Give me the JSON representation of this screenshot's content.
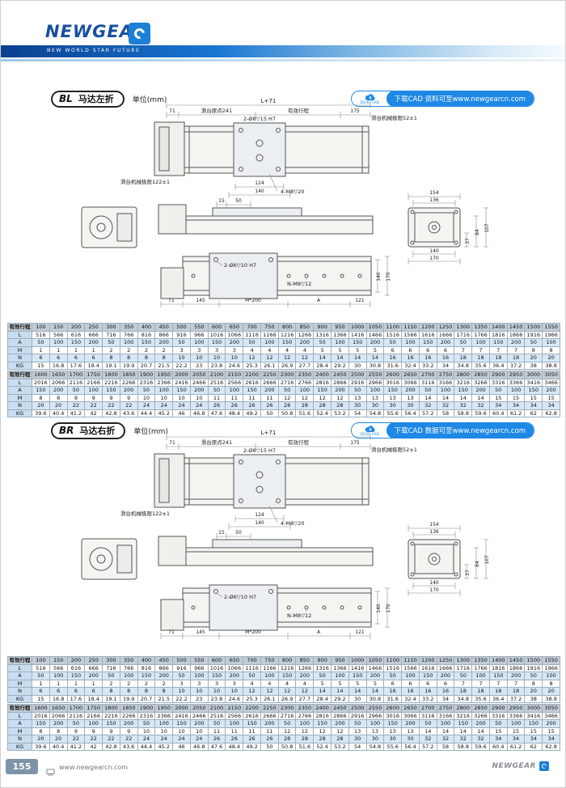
{
  "header": {
    "logo": "NEWGEAR",
    "tagline": "NEW WORLD STAR FUTURE"
  },
  "sections": [
    {
      "badge": "BL",
      "title": "马达左折",
      "unit": "单位(mm)",
      "cad": {
        "icon_label": "2D/3D CAD",
        "note": "下载CAD 资料可至www.newgearcn.com"
      }
    },
    {
      "badge": "BR",
      "title": "马达右折",
      "unit": "单位(mm)",
      "cad": {
        "icon_label": "2D/3D CAD",
        "note": "下载CAD 数据可至www.newgearcn.com"
      }
    }
  ],
  "dims": {
    "overall": "L+71",
    "left71": "71",
    "origin": "滑台原点241",
    "stroke": "有效行程",
    "right175": "175",
    "holes_top": "2-Ø8▽15 H7",
    "limit_right": "滑台机械极限52±1",
    "limit_left": "滑台机械极限122±1",
    "c124": "124",
    "c140": "140",
    "m8": "4-M8▽20",
    "s15": "15",
    "s50": "50",
    "e154": "154",
    "e136": "136",
    "e37": "37",
    "e84": "84",
    "e107": "107",
    "e140": "140",
    "e170": "170",
    "holes_bottom": "2-Ø6▽10 H7",
    "nm8": "N-M8▽12",
    "v140": "140",
    "v170": "170",
    "b71": "71",
    "b145": "145",
    "bm200": "M*200",
    "bA": "A",
    "b121": "121"
  },
  "tables": [
    {
      "header": [
        "有效行程",
        "100",
        "150",
        "200",
        "250",
        "300",
        "350",
        "400",
        "450",
        "500",
        "550",
        "600",
        "650",
        "700",
        "750",
        "800",
        "850",
        "900",
        "950",
        "1000",
        "1050",
        "1100",
        "1150",
        "1200",
        "1250",
        "1300",
        "1350",
        "1400",
        "1450",
        "1500",
        "1550"
      ],
      "rows": [
        [
          "L",
          "516",
          "566",
          "616",
          "666",
          "716",
          "766",
          "816",
          "866",
          "916",
          "966",
          "1016",
          "1066",
          "1116",
          "1166",
          "1216",
          "1266",
          "1316",
          "1366",
          "1416",
          "1466",
          "1516",
          "1566",
          "1616",
          "1666",
          "1716",
          "1766",
          "1816",
          "1866",
          "1916",
          "1966"
        ],
        [
          "A",
          "50",
          "100",
          "150",
          "200",
          "50",
          "100",
          "150",
          "200",
          "50",
          "100",
          "150",
          "200",
          "50",
          "100",
          "150",
          "200",
          "50",
          "100",
          "150",
          "200",
          "50",
          "100",
          "150",
          "200",
          "50",
          "100",
          "150",
          "200",
          "50",
          "100"
        ],
        [
          "M",
          "1",
          "1",
          "1",
          "1",
          "2",
          "2",
          "2",
          "2",
          "3",
          "3",
          "3",
          "3",
          "4",
          "4",
          "4",
          "4",
          "5",
          "5",
          "5",
          "5",
          "6",
          "6",
          "6",
          "6",
          "7",
          "7",
          "7",
          "7",
          "8",
          "8"
        ],
        [
          "N",
          "6",
          "6",
          "6",
          "6",
          "8",
          "8",
          "8",
          "8",
          "10",
          "10",
          "10",
          "10",
          "12",
          "12",
          "12",
          "12",
          "14",
          "14",
          "14",
          "14",
          "16",
          "16",
          "16",
          "16",
          "18",
          "18",
          "18",
          "18",
          "20",
          "20"
        ],
        [
          "KG",
          "15",
          "16.8",
          "17.6",
          "18.4",
          "19.1",
          "19.9",
          "20.7",
          "21.5",
          "22.2",
          "23",
          "23.8",
          "24.6",
          "25.3",
          "26.1",
          "26.9",
          "27.7",
          "28.4",
          "29.2",
          "30",
          "30.8",
          "31.6",
          "32.4",
          "33.2",
          "34",
          "34.8",
          "35.6",
          "36.4",
          "37.2",
          "38",
          "38.8"
        ]
      ]
    },
    {
      "header": [
        "有效行程",
        "1600",
        "1650",
        "1700",
        "1750",
        "1800",
        "1850",
        "1900",
        "1950",
        "2000",
        "2050",
        "2100",
        "2150",
        "2200",
        "2250",
        "2300",
        "2350",
        "2400",
        "2450",
        "2500",
        "2550",
        "2600",
        "2650",
        "2700",
        "2750",
        "2800",
        "2850",
        "2900",
        "2950",
        "3000",
        "3050"
      ],
      "rows": [
        [
          "L",
          "2016",
          "2066",
          "2116",
          "2166",
          "2216",
          "2266",
          "2316",
          "2366",
          "2416",
          "2466",
          "2516",
          "2566",
          "2616",
          "2666",
          "2716",
          "2766",
          "2816",
          "2866",
          "2916",
          "2966",
          "3016",
          "3066",
          "3116",
          "3166",
          "3216",
          "3266",
          "3316",
          "3366",
          "3416",
          "3466"
        ],
        [
          "A",
          "150",
          "200",
          "50",
          "100",
          "150",
          "200",
          "50",
          "100",
          "150",
          "200",
          "50",
          "100",
          "150",
          "200",
          "50",
          "100",
          "150",
          "200",
          "50",
          "100",
          "150",
          "200",
          "50",
          "100",
          "150",
          "200",
          "50",
          "100",
          "150",
          "200"
        ],
        [
          "M",
          "8",
          "8",
          "9",
          "9",
          "9",
          "9",
          "10",
          "10",
          "10",
          "10",
          "11",
          "11",
          "11",
          "11",
          "12",
          "12",
          "12",
          "12",
          "13",
          "13",
          "13",
          "13",
          "14",
          "14",
          "14",
          "14",
          "15",
          "15",
          "15",
          "15"
        ],
        [
          "N",
          "20",
          "20",
          "22",
          "22",
          "22",
          "22",
          "24",
          "24",
          "24",
          "24",
          "26",
          "26",
          "26",
          "26",
          "28",
          "28",
          "28",
          "28",
          "30",
          "30",
          "30",
          "30",
          "32",
          "32",
          "32",
          "32",
          "34",
          "34",
          "34",
          "34"
        ],
        [
          "KG",
          "39.6",
          "40.4",
          "41.2",
          "42",
          "42.8",
          "43.6",
          "44.4",
          "45.2",
          "46",
          "46.8",
          "47.6",
          "48.4",
          "49.2",
          "50",
          "50.8",
          "51.6",
          "52.4",
          "53.2",
          "54",
          "54.8",
          "55.6",
          "56.4",
          "57.2",
          "58",
          "58.8",
          "59.6",
          "60.4",
          "61.2",
          "62",
          "62.8"
        ]
      ]
    }
  ],
  "footer": {
    "page_number": "155",
    "url": "www.newgearcn.com",
    "brand": "NEWGEAR"
  }
}
